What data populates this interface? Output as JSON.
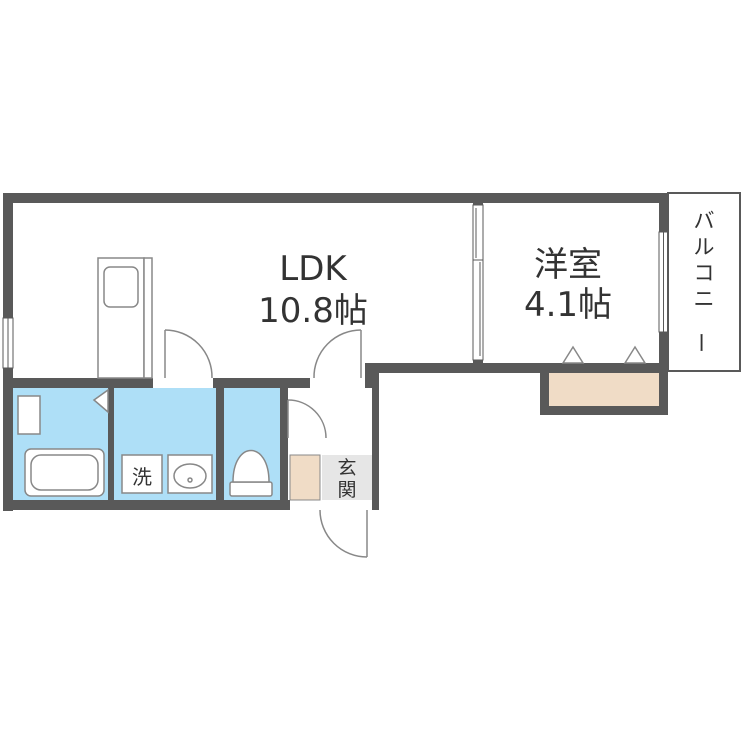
{
  "rooms": {
    "ldk": {
      "name": "LDK",
      "size": "10.8帖"
    },
    "western": {
      "name": "洋室",
      "size": "4.1帖"
    },
    "balcony": {
      "name": "バルコニー"
    },
    "washroom": {
      "name": "洗"
    },
    "entrance": {
      "name": "玄関"
    }
  },
  "colors": {
    "wall": "#595959",
    "wet_area": "#aedff7",
    "storage": "#f0dcc6",
    "floor": "#ffffff",
    "fixture_stroke": "#888888"
  },
  "icons": [
    "sink-icon",
    "bathtub-icon",
    "toilet-icon",
    "washbasin-icon",
    "door-swing-icon"
  ]
}
